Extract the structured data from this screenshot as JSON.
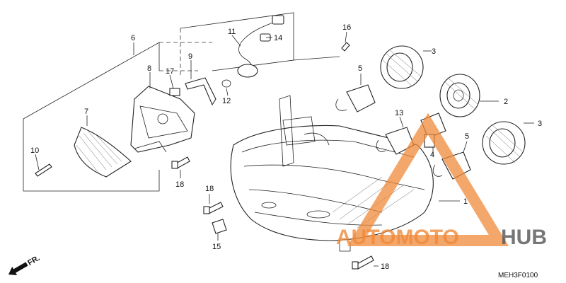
{
  "diagram": {
    "drawing_code": "MEH3F0100",
    "front_marker": "FR.",
    "callouts": [
      {
        "id": "1",
        "label": "1"
      },
      {
        "id": "2",
        "label": "2"
      },
      {
        "id": "3a",
        "label": "3"
      },
      {
        "id": "3b",
        "label": "3"
      },
      {
        "id": "4",
        "label": "4"
      },
      {
        "id": "5a",
        "label": "5"
      },
      {
        "id": "5b",
        "label": "5"
      },
      {
        "id": "6",
        "label": "6"
      },
      {
        "id": "7",
        "label": "7"
      },
      {
        "id": "8",
        "label": "8"
      },
      {
        "id": "9",
        "label": "9"
      },
      {
        "id": "10",
        "label": "10"
      },
      {
        "id": "11",
        "label": "11"
      },
      {
        "id": "12",
        "label": "12"
      },
      {
        "id": "13",
        "label": "13"
      },
      {
        "id": "14",
        "label": "14"
      },
      {
        "id": "15",
        "label": "15"
      },
      {
        "id": "16",
        "label": "16"
      },
      {
        "id": "17",
        "label": "17"
      },
      {
        "id": "18a",
        "label": "18"
      },
      {
        "id": "18b",
        "label": "18"
      },
      {
        "id": "18c",
        "label": "18"
      }
    ]
  },
  "watermark": {
    "brand_part1": "AUTOMOTO",
    "brand_part2": "HUB",
    "color_accent": "#f08a3a",
    "color_dark": "#555555"
  }
}
